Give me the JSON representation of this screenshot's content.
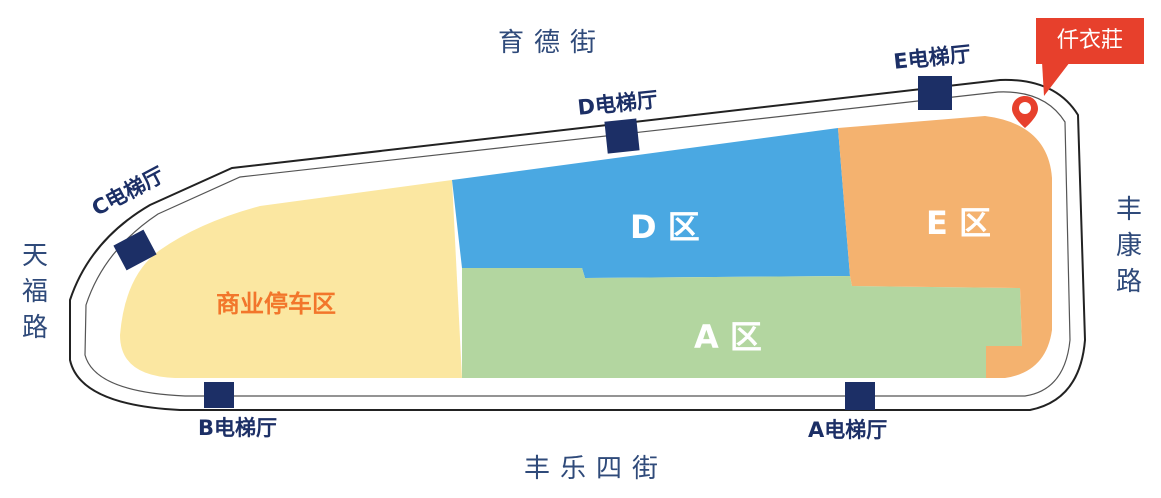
{
  "streets": {
    "north": "育德街",
    "south": "丰乐四街",
    "west": "天福路",
    "east": "丰康路"
  },
  "elevators": {
    "a": "A电梯厅",
    "b": "B电梯厅",
    "c": "C电梯厅",
    "d": "D电梯厅",
    "e": "E电梯厅"
  },
  "zones": {
    "parking": "商业停车区",
    "a": "A 区",
    "d": "D 区",
    "e": "E 区"
  },
  "marker": {
    "label": "仟衣莊",
    "icon": "location-pin-icon"
  },
  "colors": {
    "parking": "#fbe7a1",
    "zone_a": "#b3d6a0",
    "zone_d": "#4aa8e2",
    "zone_e": "#f4b26f",
    "elevator": "#1c2f66",
    "street_text": "#2f4a7a",
    "marker": "#e7402c"
  }
}
